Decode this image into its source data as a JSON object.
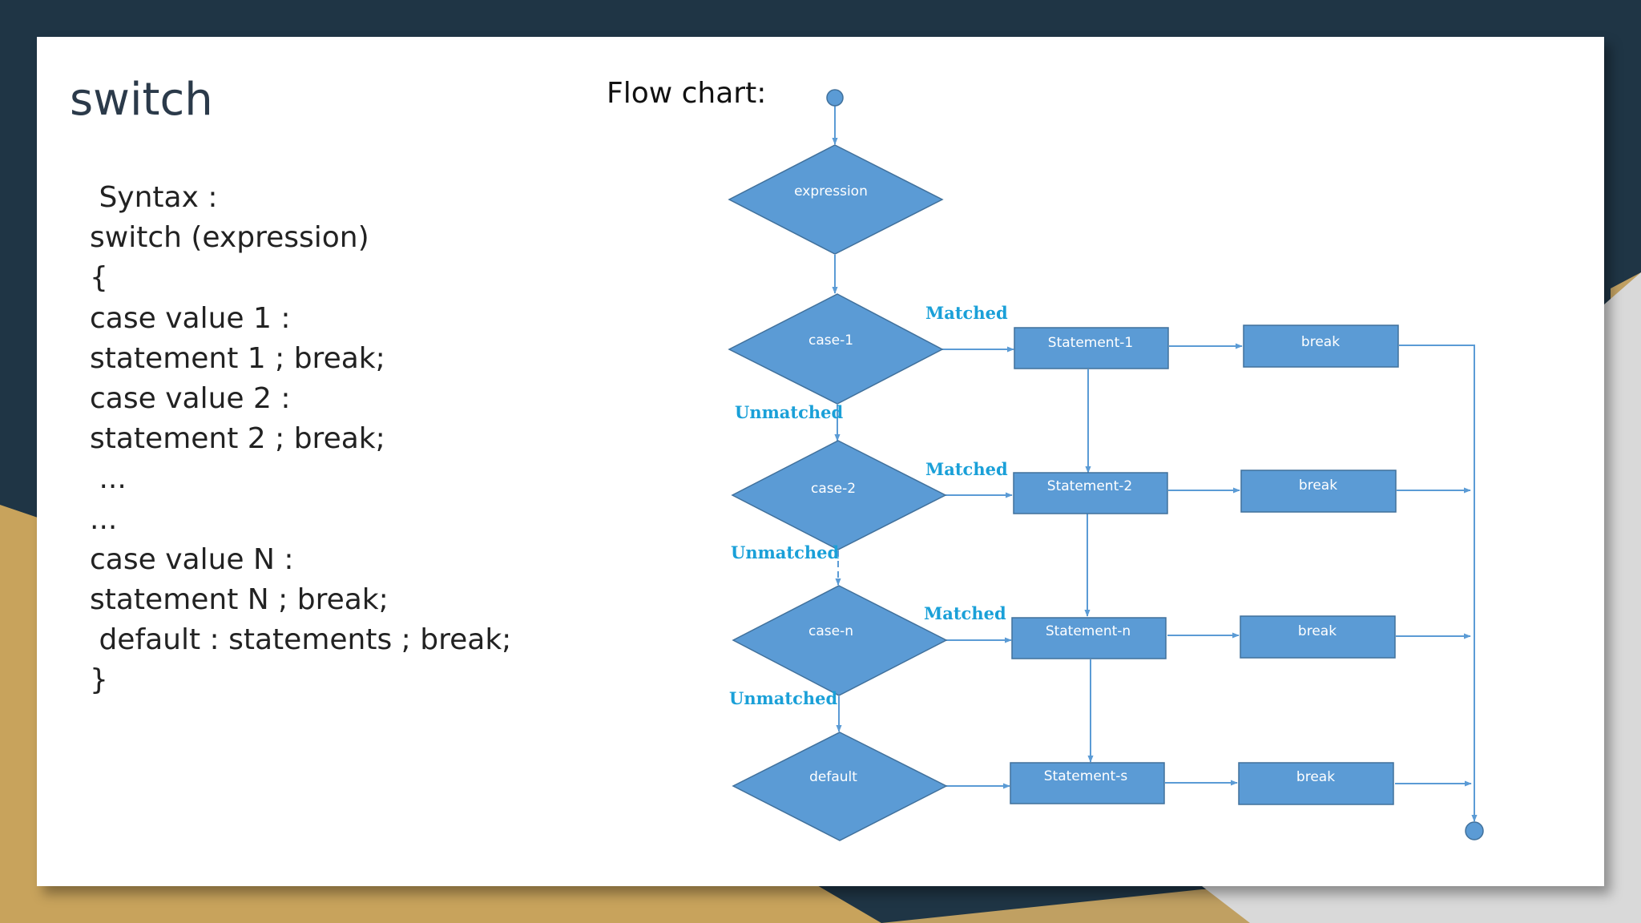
{
  "slide": {
    "title": "switch",
    "syntax_lines": [
      " Syntax :",
      "switch (expression)",
      "{",
      "case value 1 :",
      "statement 1 ; break;",
      "case value 2 :",
      "statement 2 ; break;",
      " ...",
      "...",
      "case value N :",
      "statement N ; break;",
      " default : statements ; break;",
      "}"
    ],
    "flowchart_label": "Flow chart:"
  },
  "flowchart": {
    "colors": {
      "node_fill": "#5b9bd5",
      "node_stroke": "#41719c",
      "edge": "#5b9bd5",
      "edge_label": "#1aa0d8"
    },
    "nodes": {
      "start": "",
      "expression": "expression",
      "case_1": "case-1",
      "case_2": "case-2",
      "case_n": "case-n",
      "default": "default",
      "statement_1": "Statement-1",
      "statement_2": "Statement-2",
      "statement_n": "Statement-n",
      "statement_s": "Statement-s",
      "break_1": "break",
      "break_2": "break",
      "break_3": "break",
      "break_4": "break",
      "end": ""
    },
    "edge_labels": {
      "matched_1": "Matched",
      "matched_2": "Matched",
      "matched_3": "Matched",
      "unmatched_1": "Unmatched",
      "unmatched_2": "Unmatched",
      "unmatched_3": "Unmatched"
    }
  }
}
